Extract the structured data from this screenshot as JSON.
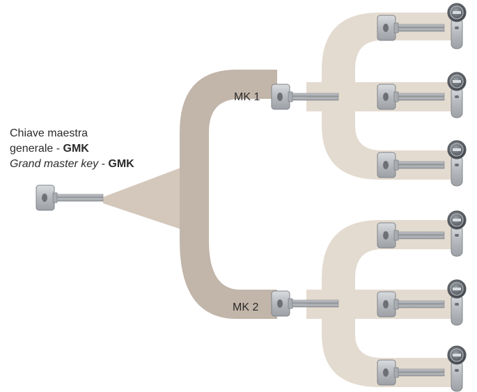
{
  "gmk": {
    "line1": "Chiave maestra",
    "line2_text": "generale - ",
    "line2_bold": "GMK",
    "line3_italic": "Grand master key",
    "line3_text": " - ",
    "line3_bold": "GMK"
  },
  "mk1": {
    "label": "MK 1"
  },
  "mk2": {
    "label": "MK 2"
  },
  "colors": {
    "main_branch": "#c2b5a9",
    "gmk_fan": "#d4c7bb",
    "sub_branch": "#e4dbd0",
    "key_metal": "#b9bcbf",
    "key_dark": "#8c9095",
    "label_text": "#2b2b2b"
  },
  "icons": {
    "master_key": "key-icon",
    "user_key": "key-icon",
    "cylinder": "lock-cylinder-icon"
  }
}
